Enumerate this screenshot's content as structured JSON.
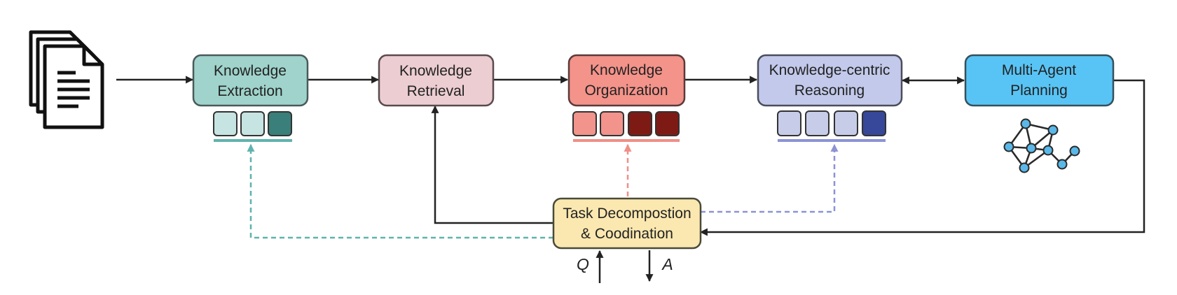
{
  "nodes": {
    "extraction": {
      "line1": "Knowledge",
      "line2": "Extraction",
      "fill": "#9fd3cc",
      "stroke": "#4a5a5a"
    },
    "retrieval": {
      "line1": "Knowledge",
      "line2": "Retrieval",
      "fill": "#eccdd2",
      "stroke": "#5a4a4e"
    },
    "organization": {
      "line1": "Knowledge",
      "line2": "Organization",
      "fill": "#f4938a",
      "stroke": "#5a3a3a"
    },
    "reasoning": {
      "line1": "Knowledge-centric",
      "line2": "Reasoning",
      "fill": "#c2c9ea",
      "stroke": "#4a4d5c"
    },
    "planning": {
      "line1": "Multi-Agent",
      "line2": "Planning",
      "fill": "#58c4f5",
      "stroke": "#34505c"
    },
    "coordination": {
      "line1": "Task Decompostion",
      "line2": "& Coodination",
      "fill": "#fbe8b0",
      "stroke": "#4a4a3a"
    }
  },
  "io": {
    "query": "Q",
    "answer": "A"
  },
  "colors": {
    "teal": "#5fb3ad",
    "teal_light": "#c6e4e1",
    "teal_dark": "#3a7f79",
    "salmon": "#f08e88",
    "salmon_light": "#f2938c",
    "salmon_dark": "#7e1a14",
    "lavender": "#8b93d6",
    "lavender_light": "#c7cce8",
    "lavender_dark": "#37479a",
    "graph_node": "#5ab8e8",
    "line": "#222222"
  },
  "icons": [
    "document-stack-icon",
    "graph-network-icon"
  ]
}
